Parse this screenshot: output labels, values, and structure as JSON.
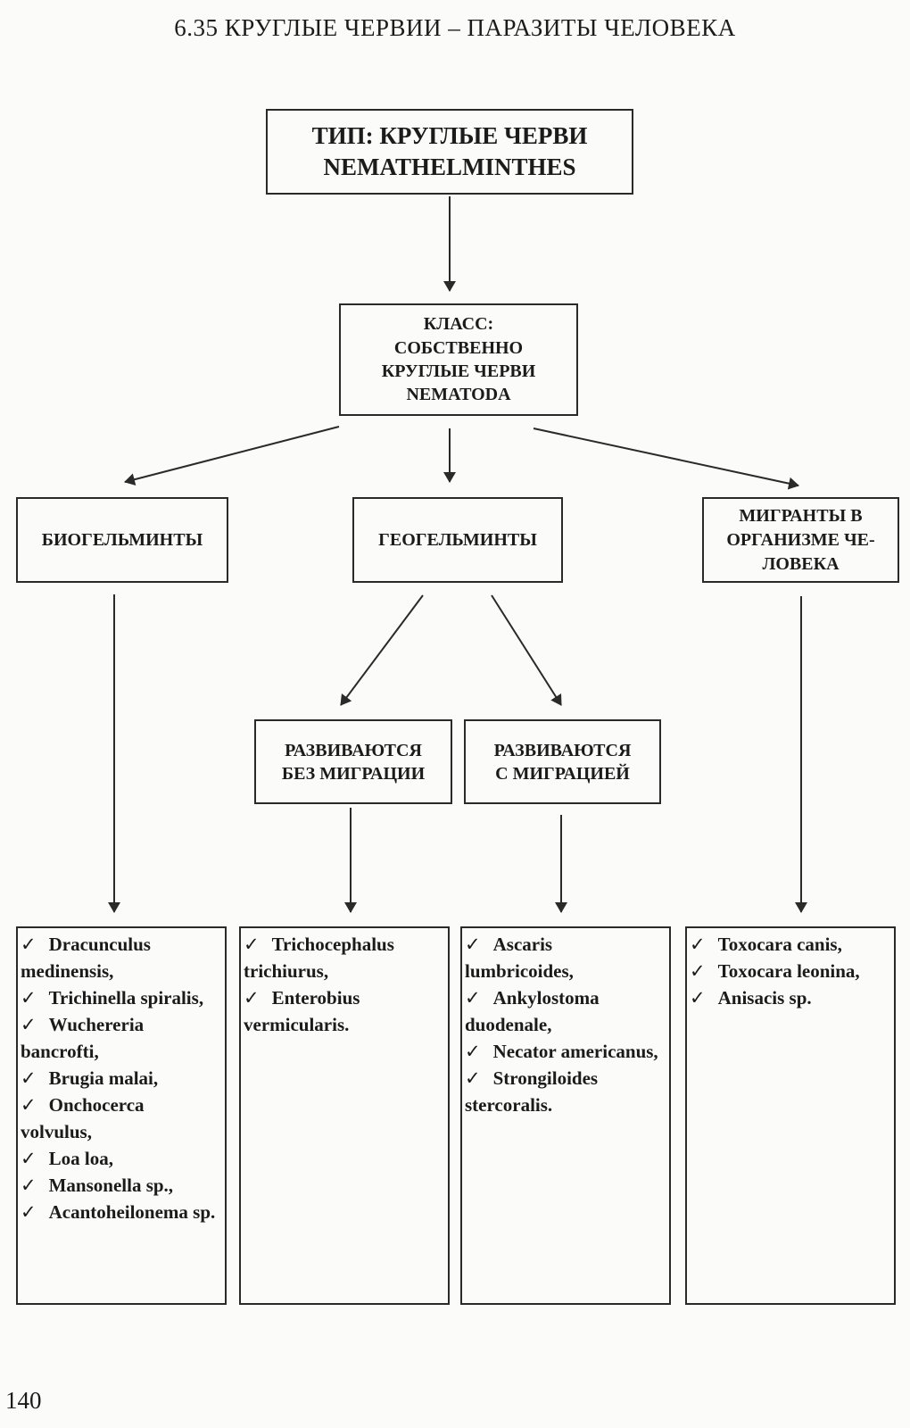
{
  "page": {
    "title": "6.35 КРУГЛЫЕ ЧЕРВИИ – ПАРАЗИТЫ ЧЕЛОВЕКА",
    "page_number": "140"
  },
  "diagram": {
    "phylum": {
      "line1": "ТИП: КРУГЛЫЕ ЧЕРВИ",
      "line2": "NEMATHELMINTHES"
    },
    "class": {
      "line1": "КЛАСС:",
      "line2": "СОБСТВЕННО",
      "line3": "КРУГЛЫЕ ЧЕРВИ",
      "line4": "NEMATODA"
    },
    "groups": {
      "bio": "БИОГЕЛЬМИНТЫ",
      "geo": "ГЕОГЕЛЬМИНТЫ",
      "migrants": {
        "line1": "МИГРАНТЫ В",
        "line2": "ОРГАНИЗМЕ ЧЕ-",
        "line3": "ЛОВЕКА"
      }
    },
    "subgroups": {
      "no_migration": {
        "line1": "РАЗВИВАЮТСЯ",
        "line2": "БЕЗ МИГРАЦИИ"
      },
      "with_migration": {
        "line1": "РАЗВИВАЮТСЯ",
        "line2": "С МИГРАЦИЕЙ"
      }
    },
    "check_mark": "✓",
    "lists": {
      "bio": [
        "Dracunculus medinensis,",
        "Trichinella spiralis,",
        "Wuchereria bancrofti,",
        "Brugia malai,",
        "Onchocerca volvulus,",
        "Loa loa,",
        "Mansonella sp.,",
        "Acantoheilonema sp."
      ],
      "no_migration": [
        "Trichocephalus trichiurus,",
        "Enterobius vermicularis."
      ],
      "with_migration": [
        "Ascaris lumbricoides,",
        "Ankylostoma duodenale,",
        "Necator americanus,",
        "Strongiloides stercoralis."
      ],
      "migrants": [
        "Toxocara canis,",
        "Toxocara leonina,",
        "Anisacis sp."
      ]
    }
  }
}
